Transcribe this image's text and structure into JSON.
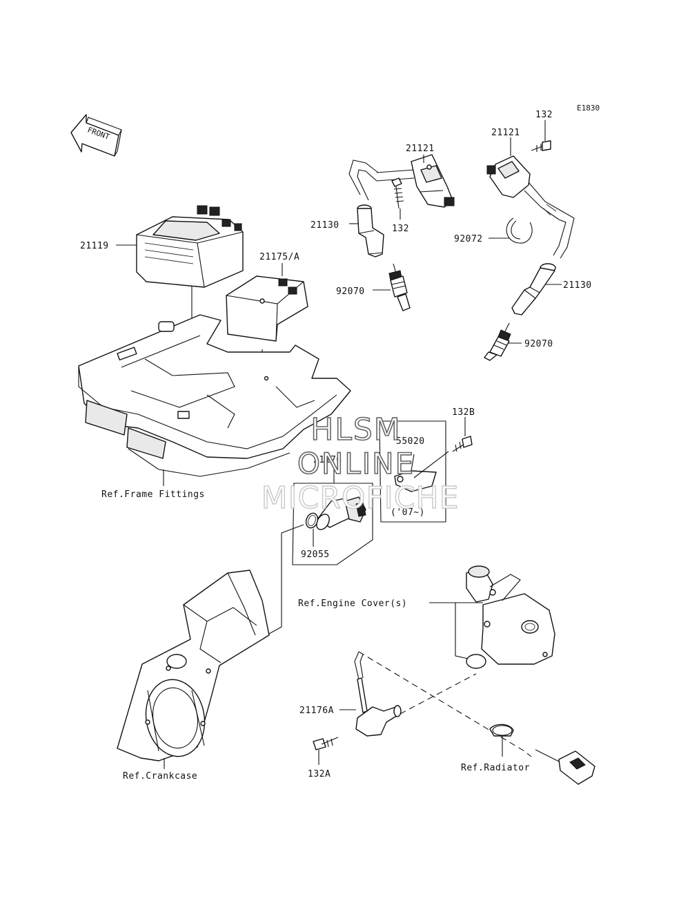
{
  "diagram_code": "E1830",
  "front_label": "FRONT",
  "watermark": {
    "line1": "HLSM",
    "line2": "ONLINE",
    "line3": "MICROFICHE"
  },
  "parts": {
    "ecu": "21119",
    "relay": "21175/A",
    "coil_left": "21121",
    "coil_right": "21121",
    "cap_left": "21130",
    "cap_right": "21130",
    "plug_left": "92070",
    "plug_right": "92070",
    "bolt_left": "132",
    "bolt_right": "132",
    "clamp": "92072",
    "bolt_132b": "132B",
    "bracket": "55020",
    "bracket_note": "('07~)",
    "sensor": "21176",
    "oring": "92055",
    "sensor_a": "21176A",
    "bolt_132a": "132A"
  },
  "refs": {
    "frame": "Ref.Frame Fittings",
    "engine_cover": "Ref.Engine Cover(s)",
    "crankcase": "Ref.Crankcase",
    "radiator": "Ref.Radiator"
  }
}
